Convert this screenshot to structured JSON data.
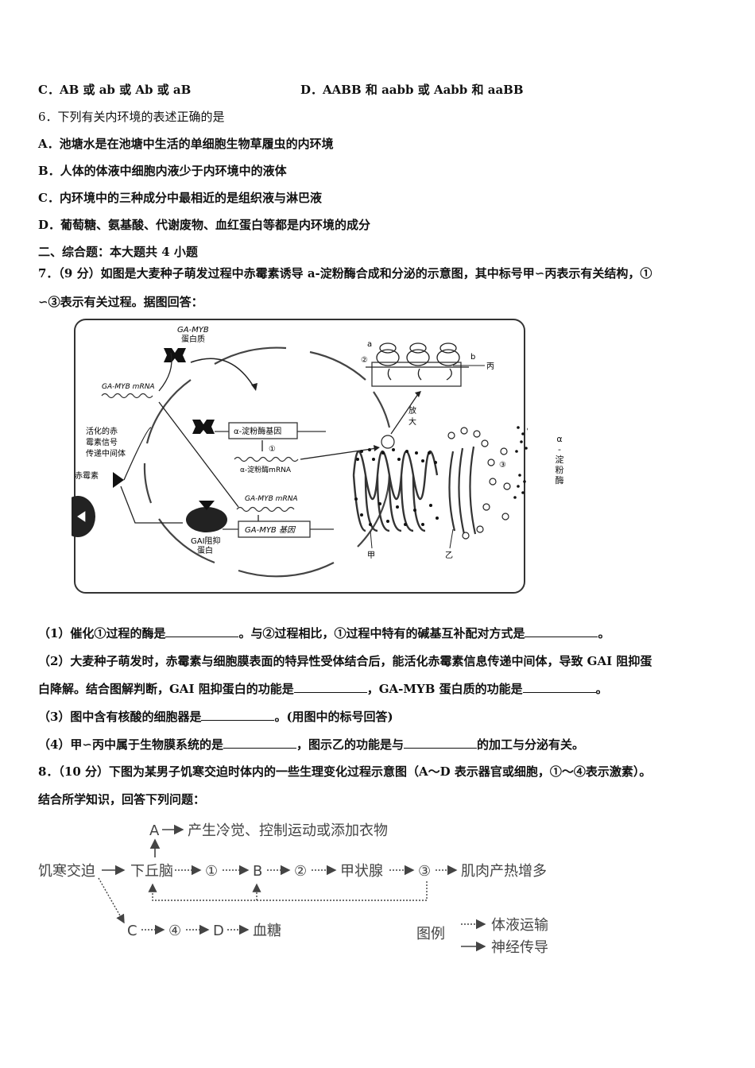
{
  "q5": {
    "opt_c": "C．AB 或 ab 或 Ab 或 aB",
    "opt_d": "D．AABB 和 aabb 或 Aabb 和 aaBB"
  },
  "q6": {
    "stem": "6．下列有关内环境的表述正确的是",
    "a": "A．池塘水是在池塘中生活的单细胞生物草履虫的内环境",
    "b": "B．人体的体液中细胞内液少于内环境中的液体",
    "c": "C．内环境中的三种成分中最相近的是组织液与淋巴液",
    "d": "D．葡萄糖、氨基酸、代谢废物、血红蛋白等都是内环境的成分"
  },
  "section2": "二、综合题：本大题共 4 小题",
  "q7": {
    "stem_line1": "7．（9 分）如图是大麦种子萌发过程中赤霉素诱导 a-淀粉酶合成和分泌的示意图，其中标号甲∽丙表示有关结构，①",
    "stem_line2": "∽③表示有关过程。据图回答：",
    "figure": {
      "ga_myb_protein": "GA-MYB",
      "ga_myb_protein2": "蛋白质",
      "ga_myb_mrna_top": "GA-MYB  mRNA",
      "amylase_gene": "α-淀粉酶基因",
      "step1": "①",
      "amylase_mrna": "α-淀粉酶mRNA",
      "ga_myb_mrna_bottom": "GA-MYB  mRNA",
      "ga_myb_gene": "GA-MYB 基因",
      "signal_1": "活化的赤",
      "signal_2": "霉素信号",
      "signal_3": "传递中间体",
      "gibberellin": "赤霉素",
      "gai_1": "GAI阻抑",
      "gai_2": "蛋白",
      "label_a": "a",
      "label_b": "b",
      "step2": "②",
      "label_bing": "丙",
      "zoom_1": "放",
      "zoom_2": "大",
      "label_jia": "甲",
      "label_yi": "乙",
      "step3": "③",
      "enzyme_1": "α",
      "enzyme_2": "-",
      "enzyme_3": "淀",
      "enzyme_4": "粉",
      "enzyme_5": "酶"
    },
    "p1_a": "（1）催化①过程的酶是",
    "p1_b": "。与②过程相比，①过程中特有的碱基互补配对方式是",
    "p1_c": "。",
    "p2_line1": "（2）大麦种子萌发时，赤霉素与细胞膜表面的特异性受体结合后，能活化赤霉素信息传递中间体，导致 GAI 阻抑蛋",
    "p2_a": "白降解。结合图解判断，GAI 阻抑蛋白的功能是",
    "p2_b": "，GA-MYB 蛋白质的功能是",
    "p2_c": "。",
    "p3_a": "（3）图中含有核酸的细胞器是",
    "p3_b": "。(用图中的标号回答)",
    "p4_a": "（4）甲∽丙中属于生物膜系统的是",
    "p4_b": "，图示乙的功能是与",
    "p4_c": "的加工与分泌有关。"
  },
  "q8": {
    "stem_line1": "8．（10 分）下图为某男子饥寒交迫时体内的一些生理变化过程示意图（A～D 表示器官或细胞，①～④表示激素）。",
    "stem_line2": "结合所学知识，回答下列问题：",
    "flow": {
      "node_a": "A",
      "a_effect": "产生冷觉、控制运动或添加衣物",
      "start": "饥寒交迫",
      "hypothalamus": "下丘脑",
      "h1": "①",
      "node_b": "B",
      "h2": "②",
      "thyroid": "甲状腺",
      "h3": "③",
      "effect": "肌肉产热增多",
      "node_c": "C",
      "h4": "④",
      "node_d": "D",
      "blood_sugar": "血糖",
      "legend_title": "图例",
      "legend_fluid": "体液运输",
      "legend_nerve": "神经传导"
    }
  }
}
